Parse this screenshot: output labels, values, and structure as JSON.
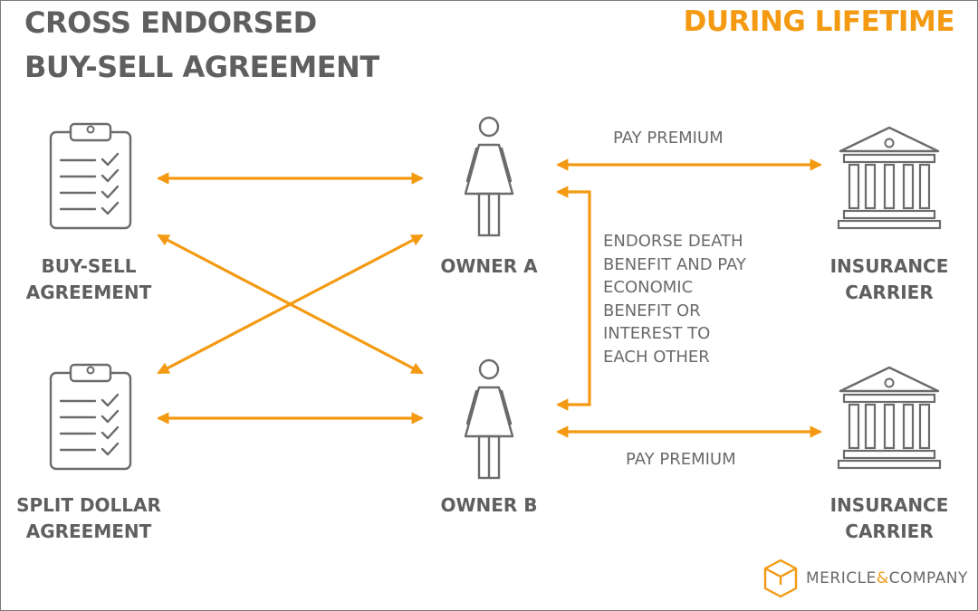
{
  "title": {
    "line1": "CROSS ENDORSED",
    "line2": "BUY-SELL AGREEMENT"
  },
  "phase": "DURING LIFETIME",
  "nodes": {
    "buy_sell": {
      "line1": "BUY-SELL",
      "line2": "AGREEMENT",
      "icon": "clipboard-checklist-icon"
    },
    "split_dollar": {
      "line1": "SPLIT DOLLAR",
      "line2": "AGREEMENT",
      "icon": "clipboard-checklist-icon"
    },
    "owner_a": {
      "line1": "OWNER A",
      "icon": "person-icon"
    },
    "owner_b": {
      "line1": "OWNER B",
      "icon": "person-icon"
    },
    "carrier_a": {
      "line1": "INSURANCE",
      "line2": "CARRIER",
      "icon": "bank-building-icon"
    },
    "carrier_b": {
      "line1": "INSURANCE",
      "line2": "CARRIER",
      "icon": "bank-building-icon"
    }
  },
  "flows": {
    "pay_premium_a": "PAY PREMIUM",
    "pay_premium_b": "PAY PREMIUM",
    "endorse": [
      "ENDORSE DEATH",
      "BENEFIT AND PAY",
      "ECONOMIC",
      "BENEFIT OR",
      "INTEREST TO",
      "EACH OTHER"
    ]
  },
  "brand": {
    "name_part1": "MERICLE",
    "amp": "&",
    "name_part2": "COMPANY",
    "icon": "cube-logo-icon"
  },
  "colors": {
    "accent": "#f39a12",
    "text": "#5f5f5f",
    "icon": "#6b6b6b"
  }
}
